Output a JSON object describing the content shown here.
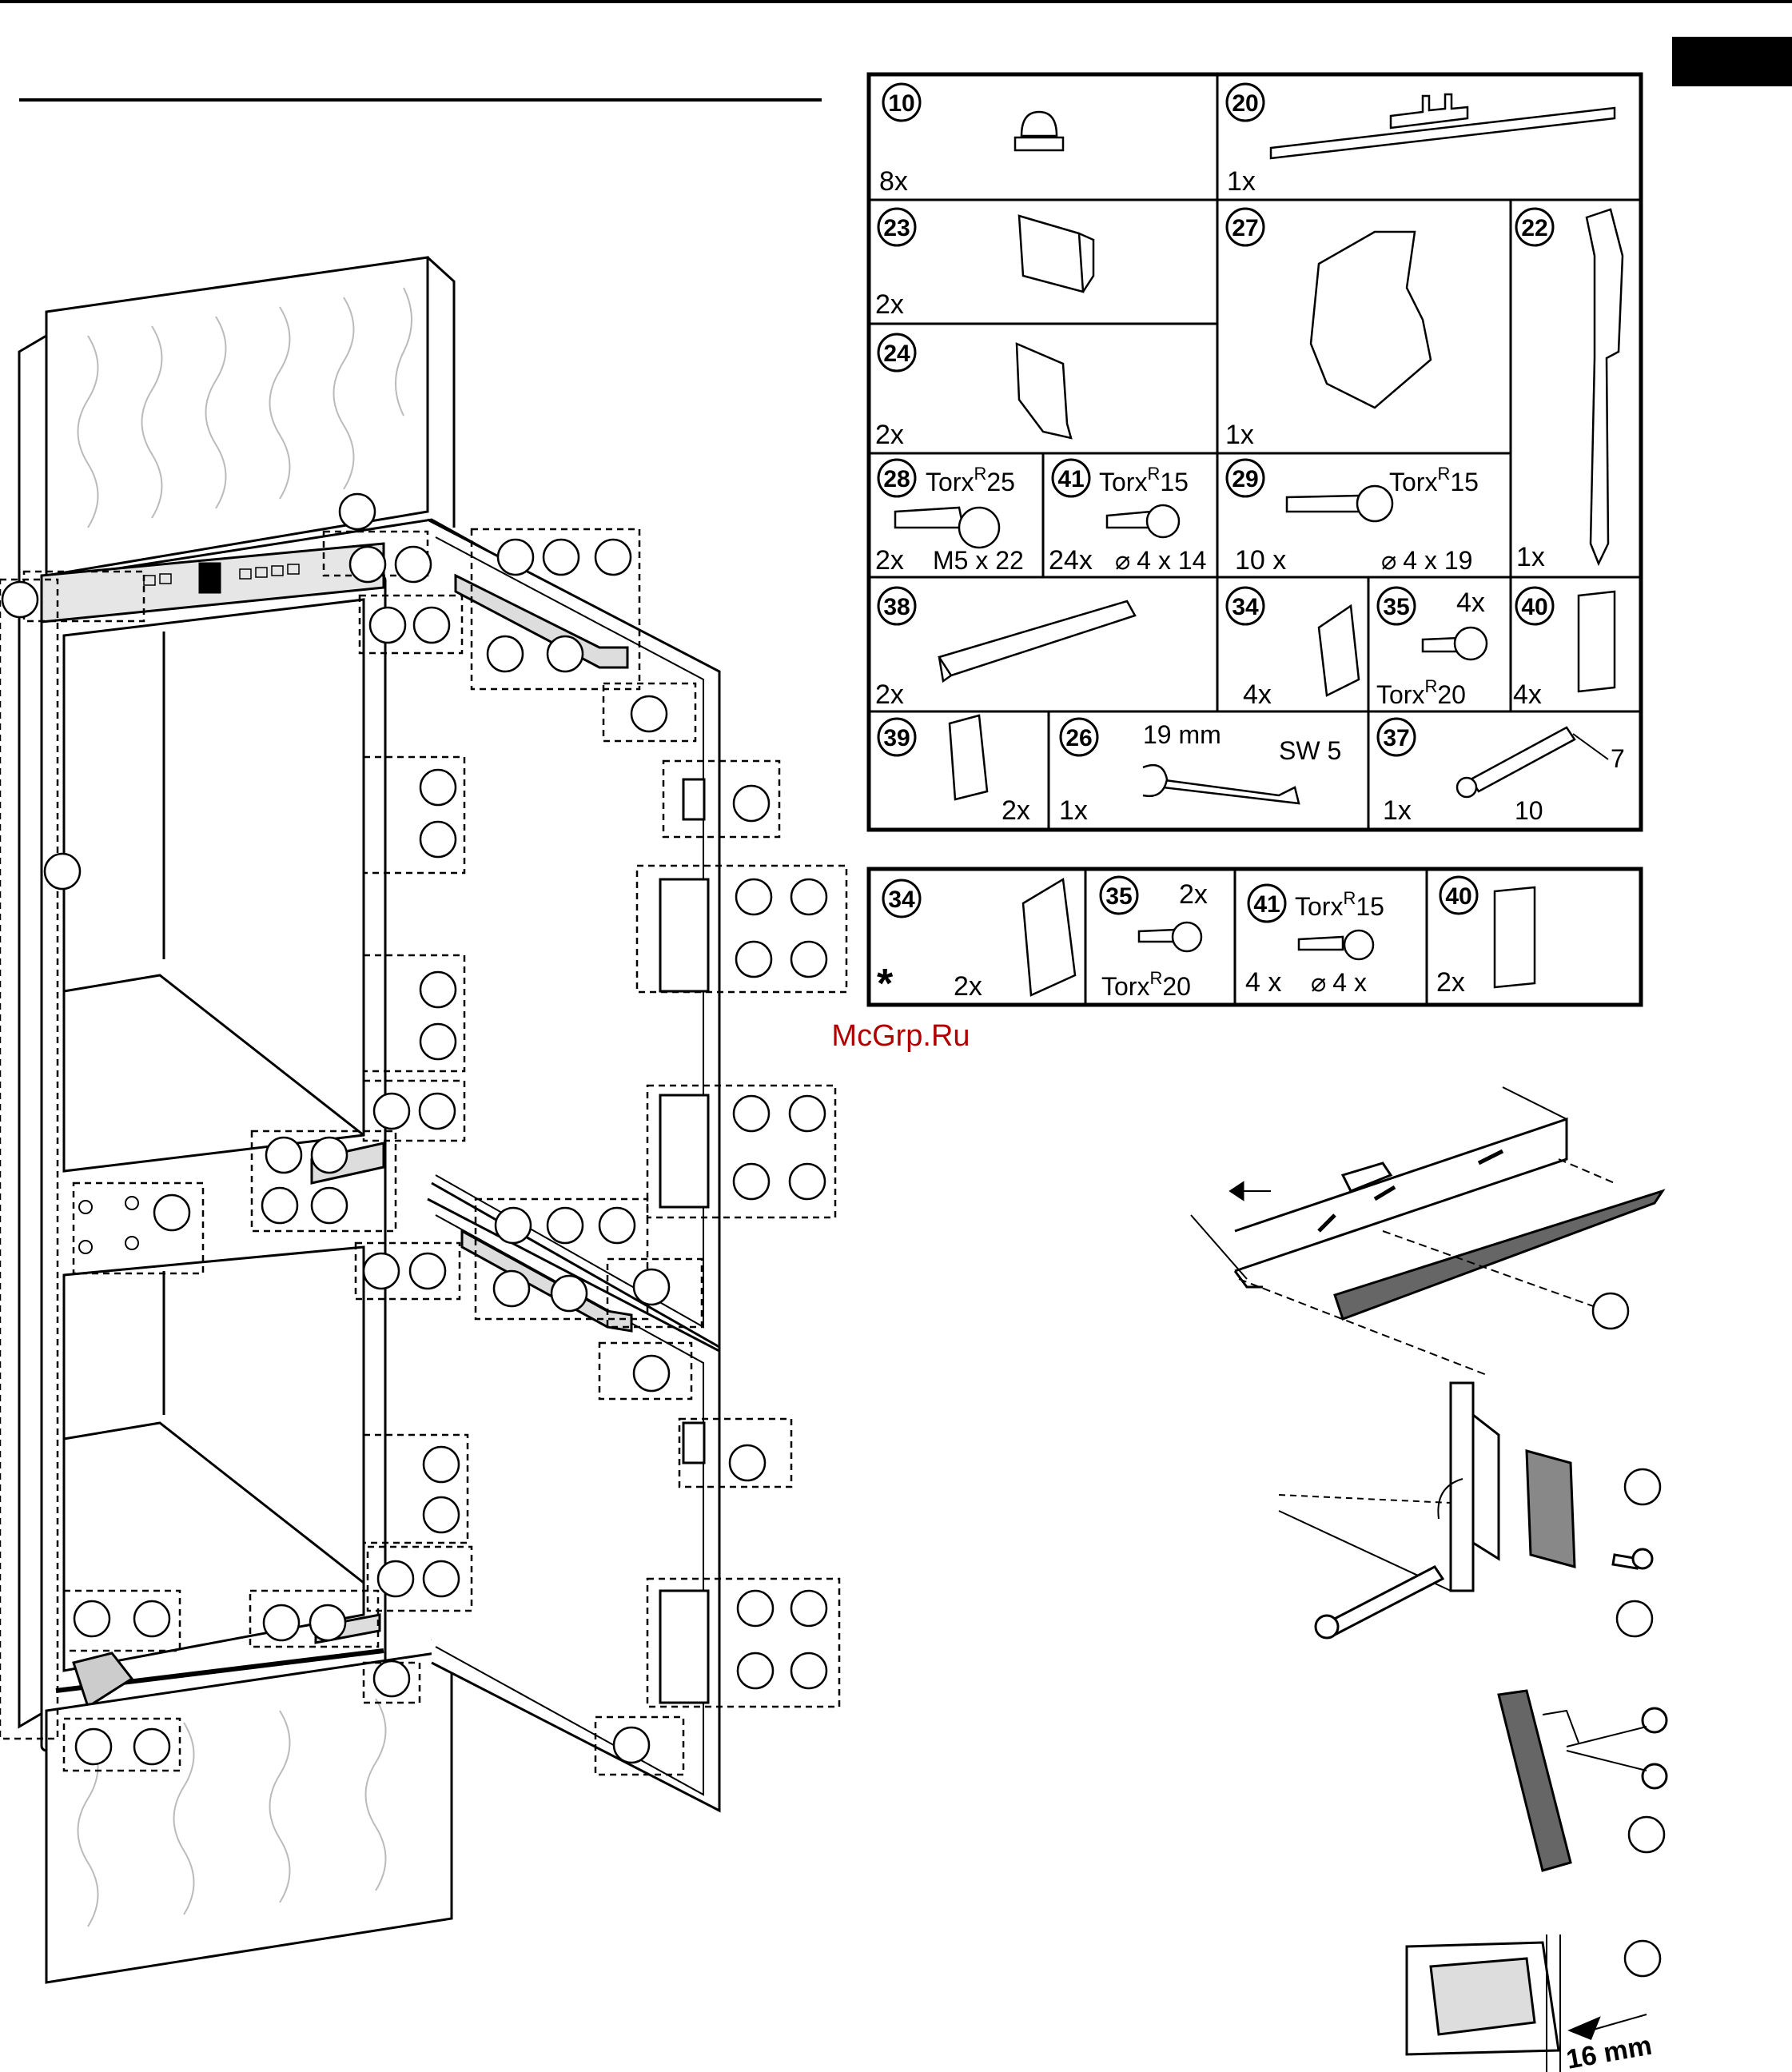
{
  "watermark": "McGrp.Ru",
  "parts_grid": [
    {
      "id": "10",
      "qty": "8x"
    },
    {
      "id": "20",
      "qty": "1x"
    },
    {
      "id": "23",
      "qty": "2x"
    },
    {
      "id": "27",
      "qty": "1x"
    },
    {
      "id": "22",
      "qty": "1x"
    },
    {
      "id": "24",
      "qty": "2x"
    },
    {
      "id": "28",
      "qty": "2x",
      "torx": "Torx",
      "torx_size": "25",
      "spec": "M5 x 22"
    },
    {
      "id": "41",
      "qty": "24x",
      "torx": "Torx",
      "torx_size": "15",
      "spec": "4 x 14"
    },
    {
      "id": "29",
      "qty": "10 x",
      "torx": "Torx",
      "torx_size": "15",
      "spec": "4 x 19"
    },
    {
      "id": "38",
      "qty": "2x"
    },
    {
      "id": "34",
      "qty": "4x"
    },
    {
      "id": "35",
      "qty": "4x",
      "torx": "Torx",
      "torx_size": "20"
    },
    {
      "id": "40",
      "qty": "4x"
    },
    {
      "id": "39",
      "qty": "2x"
    },
    {
      "id": "26",
      "qty": "1x",
      "dim_a": "19 mm",
      "dim_b": "SW 5"
    },
    {
      "id": "37",
      "qty": "1x",
      "dim_a": "7",
      "dim_b": "10"
    }
  ],
  "optional_parts": {
    "marker": "*",
    "items": [
      {
        "id": "34",
        "qty": "2x"
      },
      {
        "id": "35",
        "qty": "2x",
        "torx": "Torx",
        "torx_size": "20"
      },
      {
        "id": "41",
        "qty": "4  x",
        "torx": "Torx",
        "torx_size": "15",
        "spec": "4 x"
      },
      {
        "id": "40",
        "qty": "2x"
      }
    ]
  },
  "detail_dimension": "16 mm",
  "symbols": {
    "registered": "R",
    "diameter": "⌀"
  }
}
